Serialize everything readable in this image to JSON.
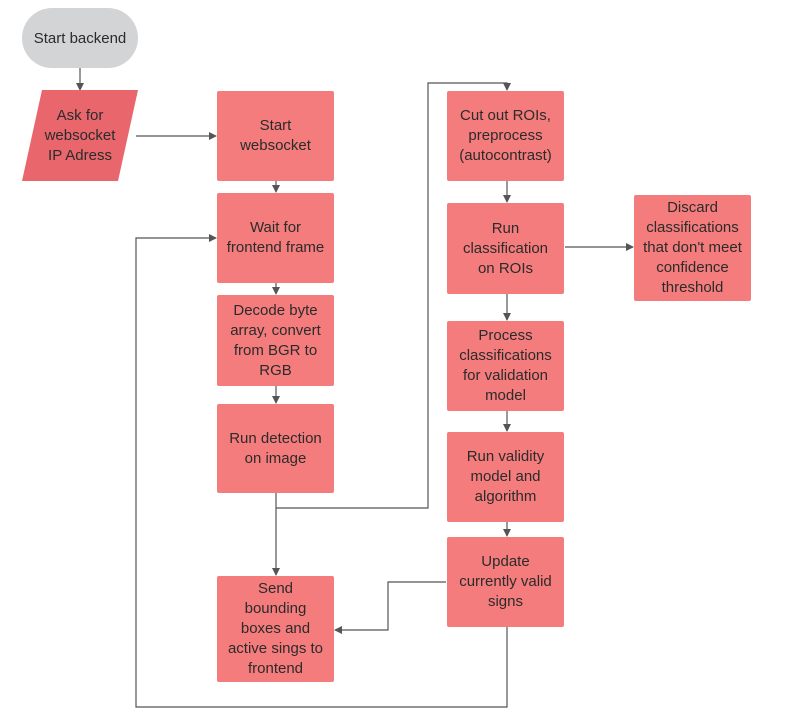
{
  "colors": {
    "process": "#f47c7c",
    "io": "#e8666c",
    "terminal": "#d3d4d6",
    "line": "#555555"
  },
  "nodes": {
    "start": "Start backend",
    "ask_ip": "Ask for\nwebsocket\nIP Adress",
    "start_ws": "Start\nwebsocket",
    "wait_frame": "Wait for\nfrontend frame",
    "decode": "Decode byte\narray, convert\nfrom BGR to\nRGB",
    "run_detection": "Run detection\non image",
    "send_boxes": "Send\nbounding\nboxes and\nactive sings to\nfrontend",
    "cut_rois": "Cut out ROIs,\npreprocess\n(autocontrast)",
    "run_classification": "Run\nclassification\non ROIs",
    "discard": "Discard\nclassifications\nthat don't meet\nconfidence\nthreshold",
    "process_classifications": "Process\nclassifications\nfor validation\nmodel",
    "run_validity": "Run validity\nmodel and\nalgorithm",
    "update_signs": "Update\ncurrently valid\nsigns"
  }
}
